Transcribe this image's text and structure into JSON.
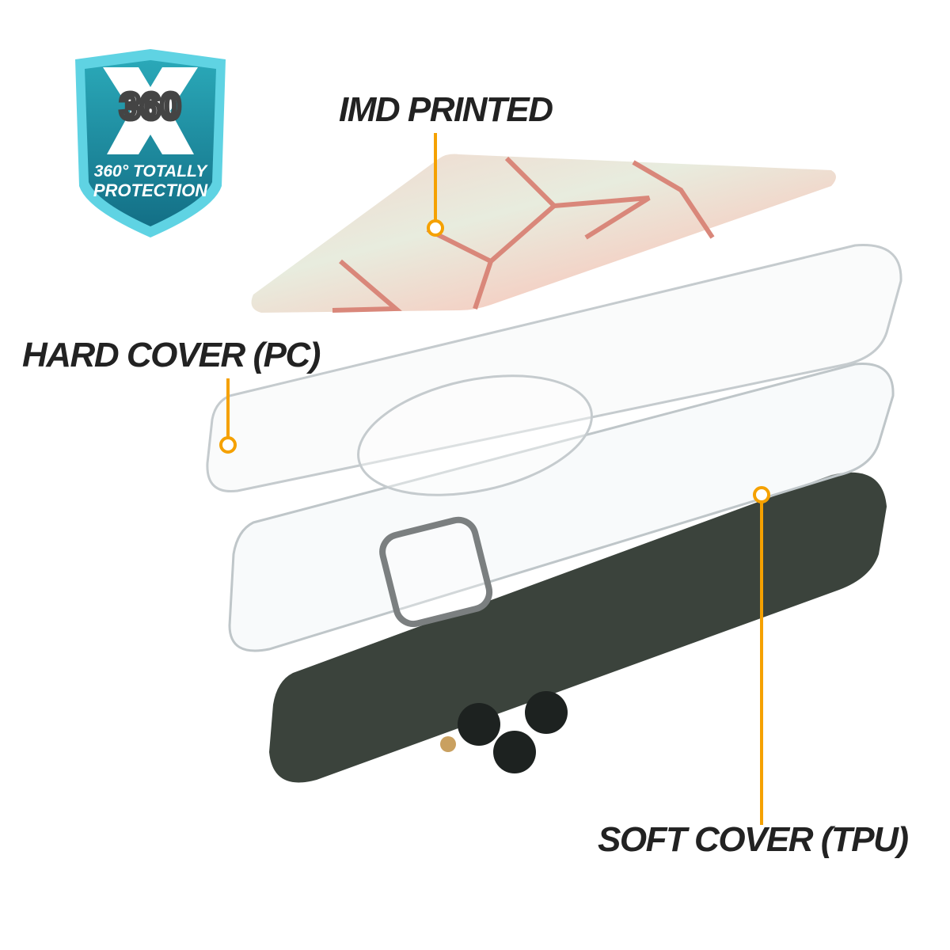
{
  "badge": {
    "logo_text": "360",
    "line1": "360° TOTALLY",
    "line2": "PROTECTION"
  },
  "callouts": [
    {
      "label": "IMD PRINTED"
    },
    {
      "label": "HARD COVER (PC)"
    },
    {
      "label": "SOFT COVER (TPU)"
    }
  ],
  "colors": {
    "accent": "#f5a100",
    "badge_teal": "#1f8fa3",
    "badge_border": "#5fd3e3",
    "phone": "#3b433c",
    "marble_line": "#d9877a"
  }
}
